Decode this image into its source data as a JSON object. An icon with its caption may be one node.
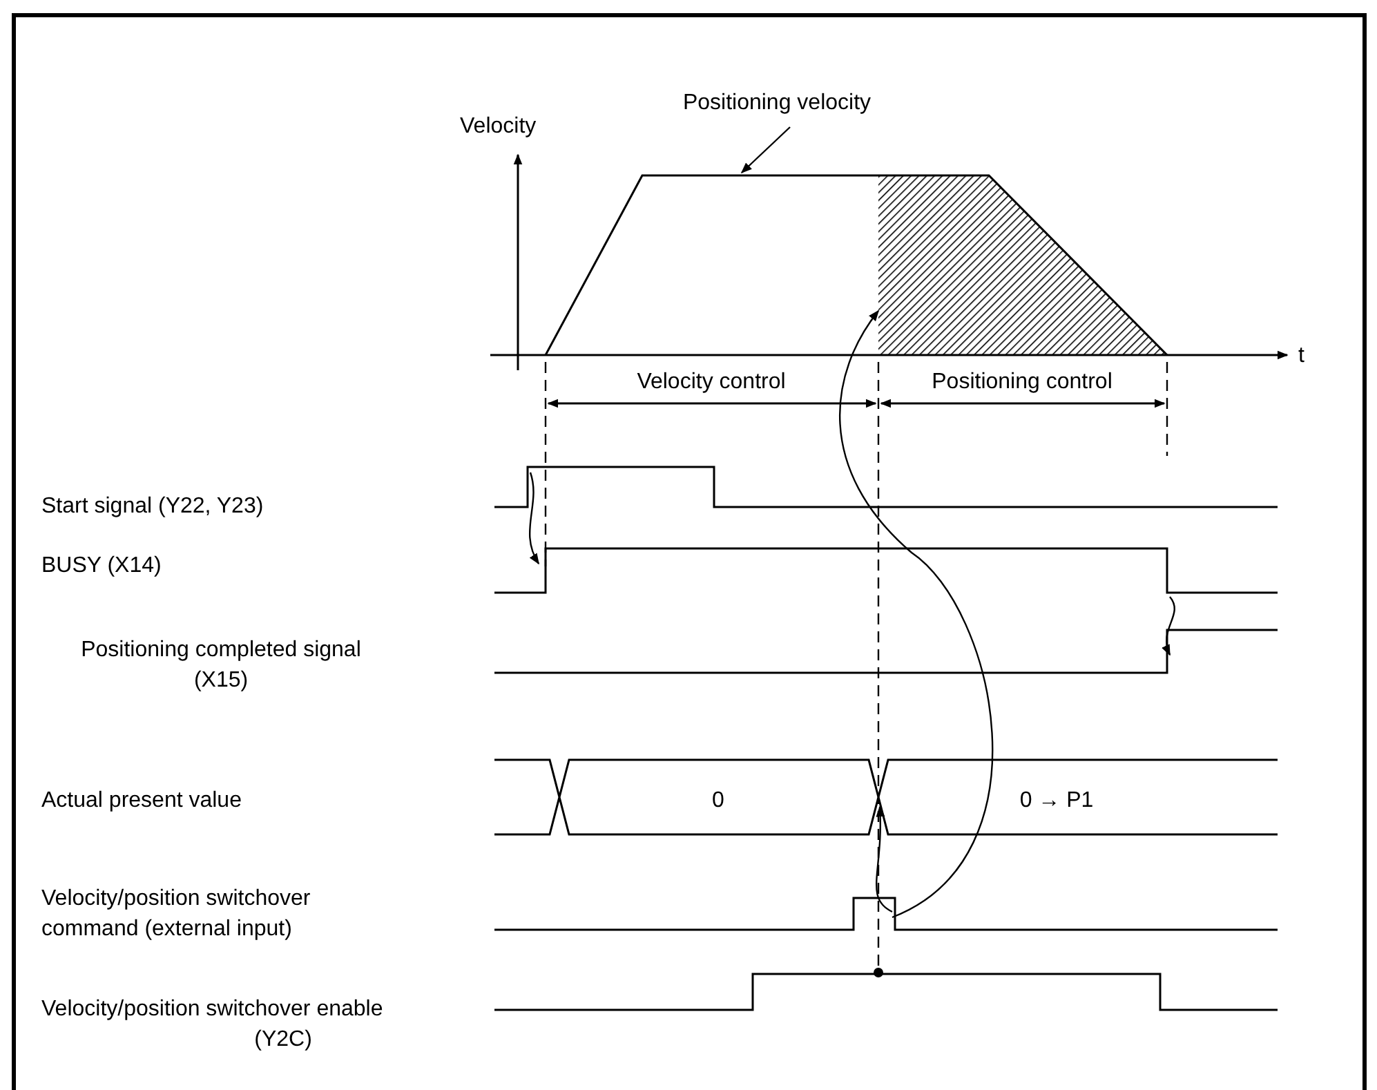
{
  "diagram": {
    "nodes": [
      {
        "text": [
          "Positioning velocity"
        ]
      },
      {
        "text": [],
        "shape": "picture"
      }
    ],
    "edges": [
      {
        "from": 0,
        "to": 1,
        "arrow": "to"
      }
    ],
    "labels": [
      "Velocity",
      "t",
      "Velocity control",
      "Positioning control",
      "Start signal (Y22, Y23)",
      "BUSY (X14)",
      "Positioning completed signal (X15)",
      "Actual present value",
      "0",
      "0 → P1",
      "Velocity/position switchover command (external input)",
      "Velocity/position switchover enable",
      "(Y2C)"
    ]
  }
}
